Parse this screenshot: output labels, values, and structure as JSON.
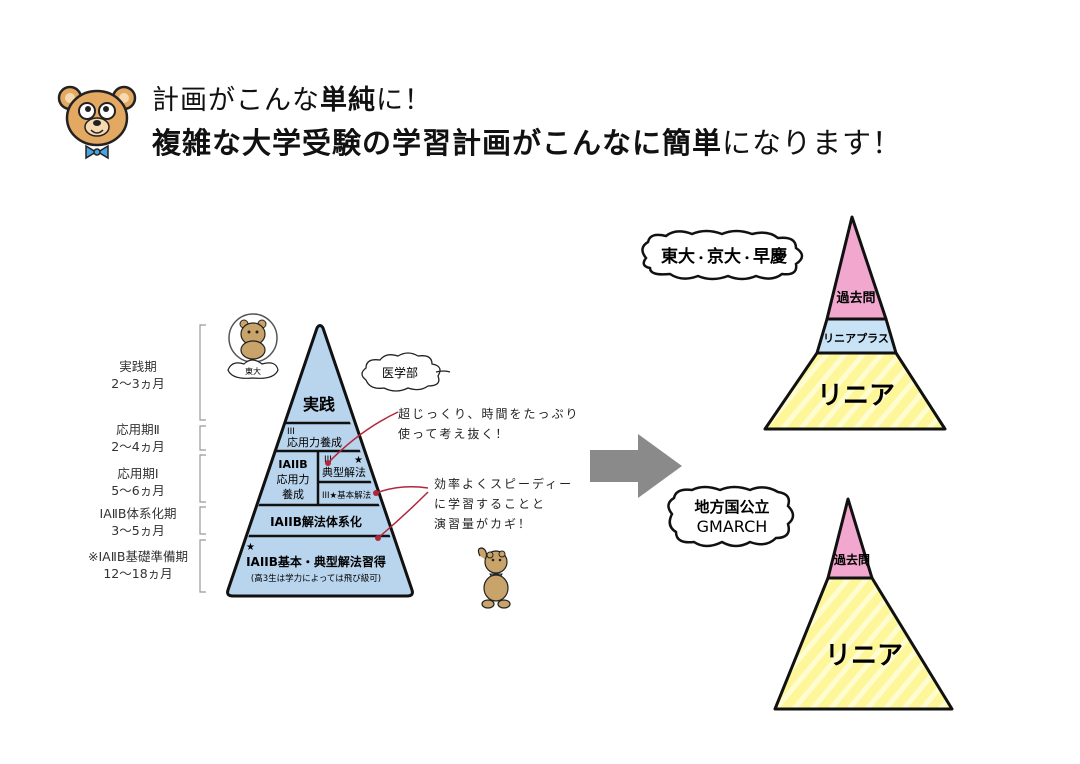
{
  "header": {
    "line1_parts": [
      "計画がこんな",
      "単純",
      "に！"
    ],
    "line2_parts": [
      "複雑な大学受験の学習計画がこんなに簡単",
      "になります！"
    ]
  },
  "phases": [
    {
      "name": "実践期",
      "duration": "2〜3ヵ月"
    },
    {
      "name": "応用期Ⅱ",
      "duration": "2〜4ヵ月"
    },
    {
      "name": "応用期Ⅰ",
      "duration": "5〜6ヵ月"
    },
    {
      "name": "IAⅡB体系化期",
      "duration": "3〜5ヵ月"
    },
    {
      "name": "※IAⅡB基礎準備期",
      "duration": "12〜18ヵ月"
    }
  ],
  "main_pyramid": {
    "top": "実践",
    "row2_num": "III",
    "row2_label": "応用力養成",
    "row3_left": [
      "IAIIB",
      "応用力",
      "養成"
    ],
    "row3_right_top_num": "III",
    "row3_right_top_label": "典型解法",
    "row3_star": "★",
    "row3_right_bottom": "III★基本解法",
    "row4": "IAIIB解法体系化",
    "row5": "IAIIB基本・典型解法習得",
    "row5_note": "(高3生は学力によっては飛び級可)",
    "row5_star": "★"
  },
  "cloud_medical": "医学部",
  "bear_todai_label": "東大",
  "notes": {
    "note1": [
      "超じっくり、時間をたっぷり",
      "使って考え抜く！"
    ],
    "note2": [
      "効率よくスピーディー",
      "に学習することと",
      "演習量がカギ！"
    ]
  },
  "top_pyramid": {
    "label_parts": [
      "東大",
      "・",
      "京大",
      "・",
      "早慶"
    ],
    "tiers": [
      "過去問",
      "リニアプラス",
      "リニア"
    ]
  },
  "bottom_pyramid": {
    "label_lines": [
      "地方国公立",
      "GMARCH"
    ],
    "tiers": [
      "過去問",
      "リニア"
    ]
  },
  "colors": {
    "main_pyramid_fill": "#b9d5ee",
    "pink": "#f2a7cf",
    "light_blue": "#c9e3f6",
    "yellow": "#fdf79a",
    "arrow_gray": "#8a8a8a",
    "note_line_red": "#b2263a"
  }
}
